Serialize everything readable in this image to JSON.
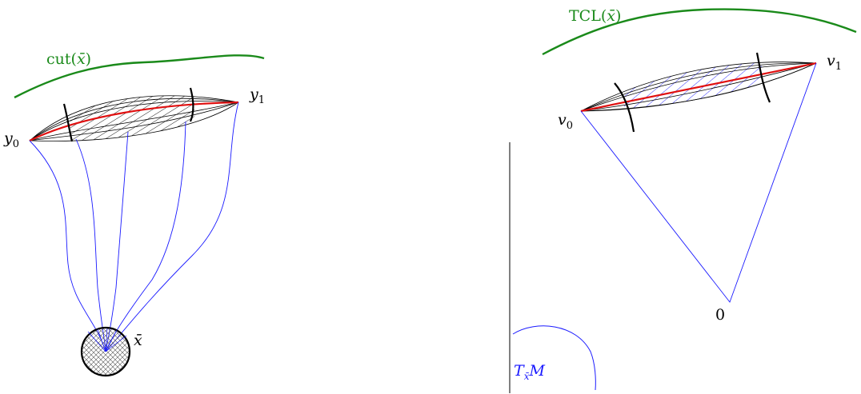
{
  "colors": {
    "cut_locus": "#1a8a1a",
    "geodesics": "#1a1aff",
    "main_curve": "#e01010",
    "outline": "#000000"
  },
  "left_panel": {
    "cut_label": {
      "base": "cut(",
      "var": "x̄",
      "close": ")"
    },
    "point_y0": {
      "base": "y",
      "sub": "0"
    },
    "point_y1": {
      "base": "y",
      "sub": "1"
    },
    "point_xbar": "x̄"
  },
  "right_panel": {
    "tcl_label": {
      "base": "TCL(",
      "var": "x̄",
      "close": ")"
    },
    "point_v0": {
      "base": "v",
      "sub": "0"
    },
    "point_v1": {
      "base": "v",
      "sub": "1"
    },
    "origin": "0",
    "tangent_space": {
      "base": "T",
      "sub": "x̄",
      "tail": "M"
    }
  }
}
